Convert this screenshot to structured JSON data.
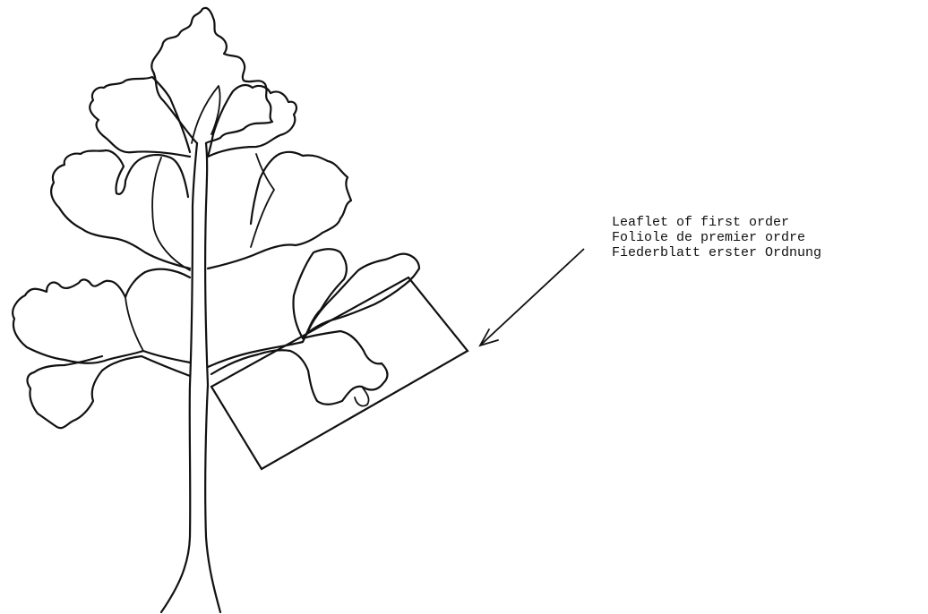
{
  "callout": {
    "lines": [
      "Leaflet of first order",
      "Foliole de premier ordre",
      "Fiederblatt erster Ordnung"
    ]
  },
  "figure": {
    "icon": "compound-leaf-drawing",
    "ink_color": "#111111",
    "background": "#ffffff"
  }
}
